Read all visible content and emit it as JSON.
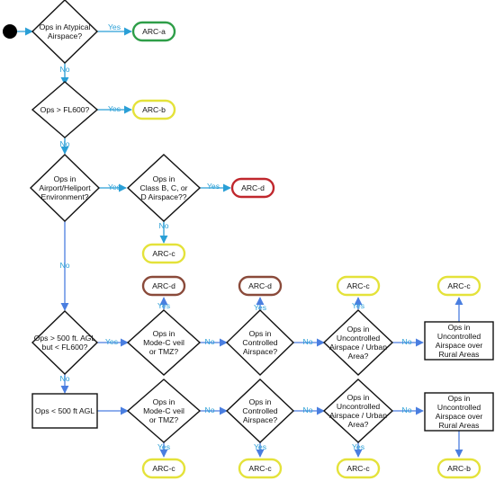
{
  "colors": {
    "line": "#2a9fd6",
    "line_blue": "#4a7ee0",
    "arc_green": "#2e9e48",
    "arc_yellow": "#e4e23a",
    "arc_red": "#c0272d",
    "arc_brown": "#8a4a3a",
    "label": "#2a9fd6"
  },
  "edge_labels": {
    "yes": "Yes",
    "no": "No"
  },
  "nodes": {
    "q_atypical": [
      "Ops in Atypical",
      "Airspace?"
    ],
    "q_fl600": [
      "Ops > FL600?"
    ],
    "q_airport": [
      "Ops in",
      "Airport/Heliport",
      "Environment?"
    ],
    "q_class": [
      "Ops in",
      "Class B, C, or",
      "D Airspace??"
    ],
    "q_agl": [
      "Ops > 500 ft. AGL",
      "but < FL600?"
    ],
    "r_agl_low": [
      "Ops < 500 ft AGL"
    ],
    "q_modec1": [
      "Ops in",
      "Mode-C veil",
      "or TMZ?"
    ],
    "q_ctrl1": [
      "Ops in",
      "Controlled",
      "Airspace?"
    ],
    "q_unctrl1": [
      "Ops in",
      "Uncontrolled",
      "Airspace / Urban",
      "Area?"
    ],
    "r_rural1": [
      "Ops in",
      "Uncontrolled",
      "Airspace over",
      "Rural Areas"
    ],
    "q_modec2": [
      "Ops in",
      "Mode-C veil",
      "or TMZ?"
    ],
    "q_ctrl2": [
      "Ops in",
      "Controlled",
      "Airspace?"
    ],
    "q_unctrl2": [
      "Ops in",
      "Uncontrolled",
      "Airspace / Urban",
      "Area?"
    ],
    "r_rural2": [
      "Ops in",
      "Uncontrolled",
      "Airspace over",
      "Rural Areas"
    ]
  },
  "arcs": {
    "a1": "ARC-a",
    "b1": "ARC-b",
    "d_class": "ARC-d",
    "c_class": "ARC-c",
    "d_modec": "ARC-d",
    "d_ctrl": "ARC-d",
    "c_unctrl": "ARC-c",
    "c_rural": "ARC-c",
    "c_modec2": "ARC-c",
    "c_ctrl2": "ARC-c",
    "c_unctrl2": "ARC-c",
    "b_rural2": "ARC-b"
  }
}
